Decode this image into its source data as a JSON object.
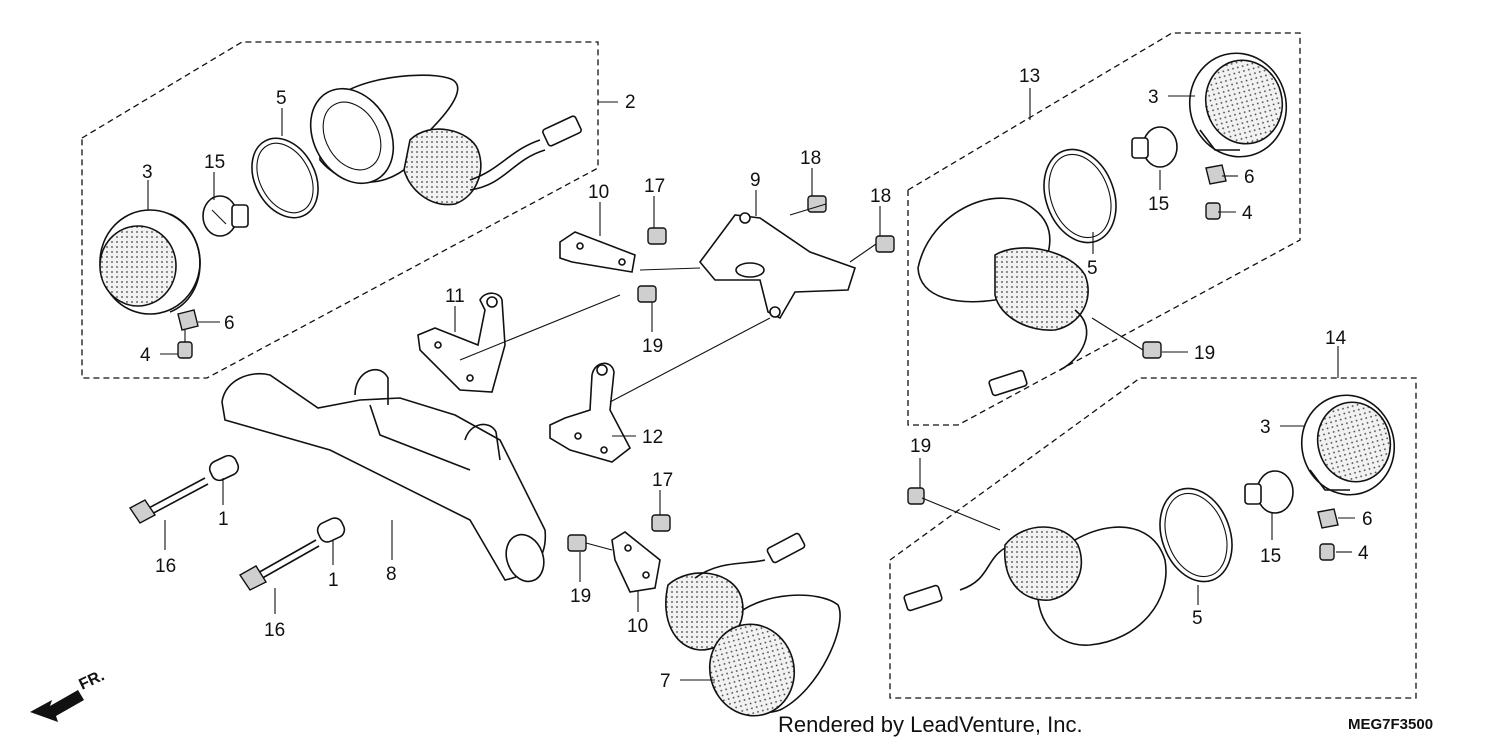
{
  "callouts": {
    "c1a": "1",
    "c1b": "1",
    "c2": "2",
    "c3a": "3",
    "c3b": "3",
    "c3c": "3",
    "c4a": "4",
    "c4b": "4",
    "c4c": "4",
    "c5a": "5",
    "c5b": "5",
    "c5c": "5",
    "c6a": "6",
    "c6b": "6",
    "c6c": "6",
    "c7": "7",
    "c8": "8",
    "c9": "9",
    "c10a": "10",
    "c10b": "10",
    "c11": "11",
    "c12": "12",
    "c13": "13",
    "c14": "14",
    "c15a": "15",
    "c15b": "15",
    "c15c": "15",
    "c16a": "16",
    "c16b": "16",
    "c17a": "17",
    "c17b": "17",
    "c18a": "18",
    "c18b": "18",
    "c19a": "19",
    "c19b": "19",
    "c19c": "19",
    "c19d": "19"
  },
  "direction": {
    "label": "FR."
  },
  "footer": {
    "credit": "Rendered by LeadVenture, Inc.",
    "code": "MEG7F3500"
  },
  "icons": {
    "direction_arrow": "arrow-front-icon"
  }
}
